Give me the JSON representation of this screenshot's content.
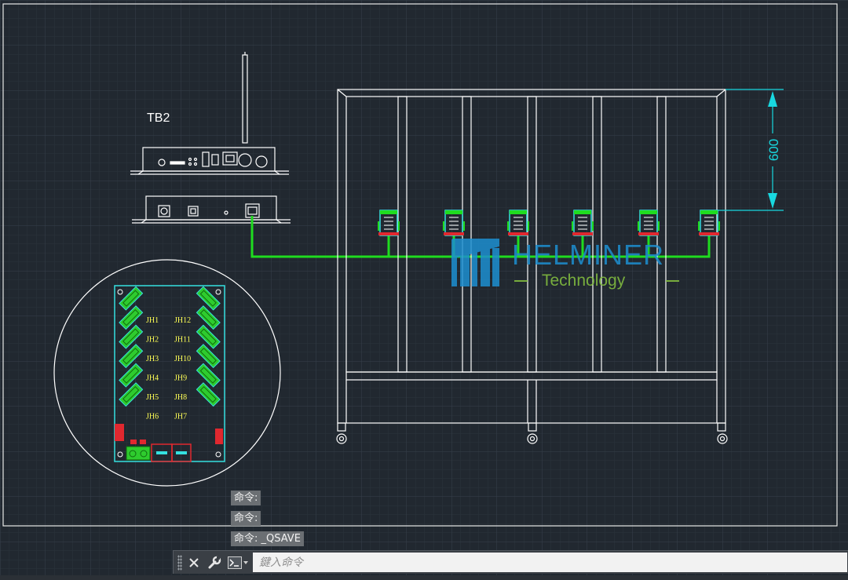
{
  "drawing": {
    "device_label": "TB2",
    "dimension_value": "600",
    "watermark": {
      "brand": "HELMINER",
      "tagline": "Technology",
      "brand_color": "#1d8fd0",
      "tagline_color": "#86c440"
    },
    "board_labels_left": [
      "JH1",
      "JH2",
      "JH3",
      "JH4",
      "JH5",
      "JH6"
    ],
    "board_labels_right": [
      "JH12",
      "JH11",
      "JH10",
      "JH9",
      "JH8",
      "JH7"
    ],
    "colors": {
      "background": "#212830",
      "lines": "#ffffff",
      "wire": "#1fdc1f",
      "dimension": "#18d8e0",
      "labels": "#ffff55",
      "board_outline": "#35e0e0"
    }
  },
  "command_history": [
    "命令:",
    "命令:",
    "命令: _QSAVE"
  ],
  "command_bar": {
    "close_icon": "close-icon",
    "customize_icon": "wrench-icon",
    "prompt_icon": "command-prompt-icon",
    "input_placeholder": "鍵入命令"
  }
}
